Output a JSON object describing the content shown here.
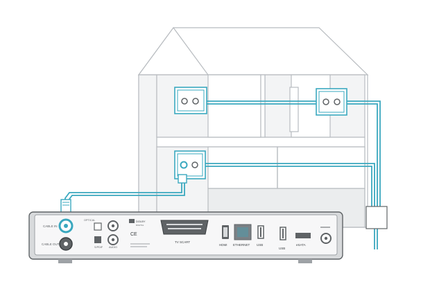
{
  "colors": {
    "cable": "#3aa8bf",
    "outline": "#c9cccf",
    "house_line": "#b8bcc0",
    "box_body": "#e7e8ea",
    "box_face": "#f7f7f8",
    "box_dark": "#5f6366",
    "text_dark": "#3c4043"
  },
  "receiver_labels": {
    "cable_in": "CABLE IN",
    "cable_out": "CABLE OUT",
    "spdif": "S/PDIF",
    "audio": "AUDIO",
    "optical": "OPTICAL",
    "dolby": "DOLBY",
    "dolby_sub": "DIGITAL",
    "ce": "CE",
    "tv_scart": "TV SCART",
    "hdmi": "HDMI",
    "ethernet": "ETHERNET",
    "usb_left": "USB",
    "usb_right": "USB",
    "esata": "eSATA"
  },
  "icons": [
    "wall-outlet-icon",
    "splitter-icon",
    "coax-plug-icon",
    "house-outline-icon"
  ]
}
